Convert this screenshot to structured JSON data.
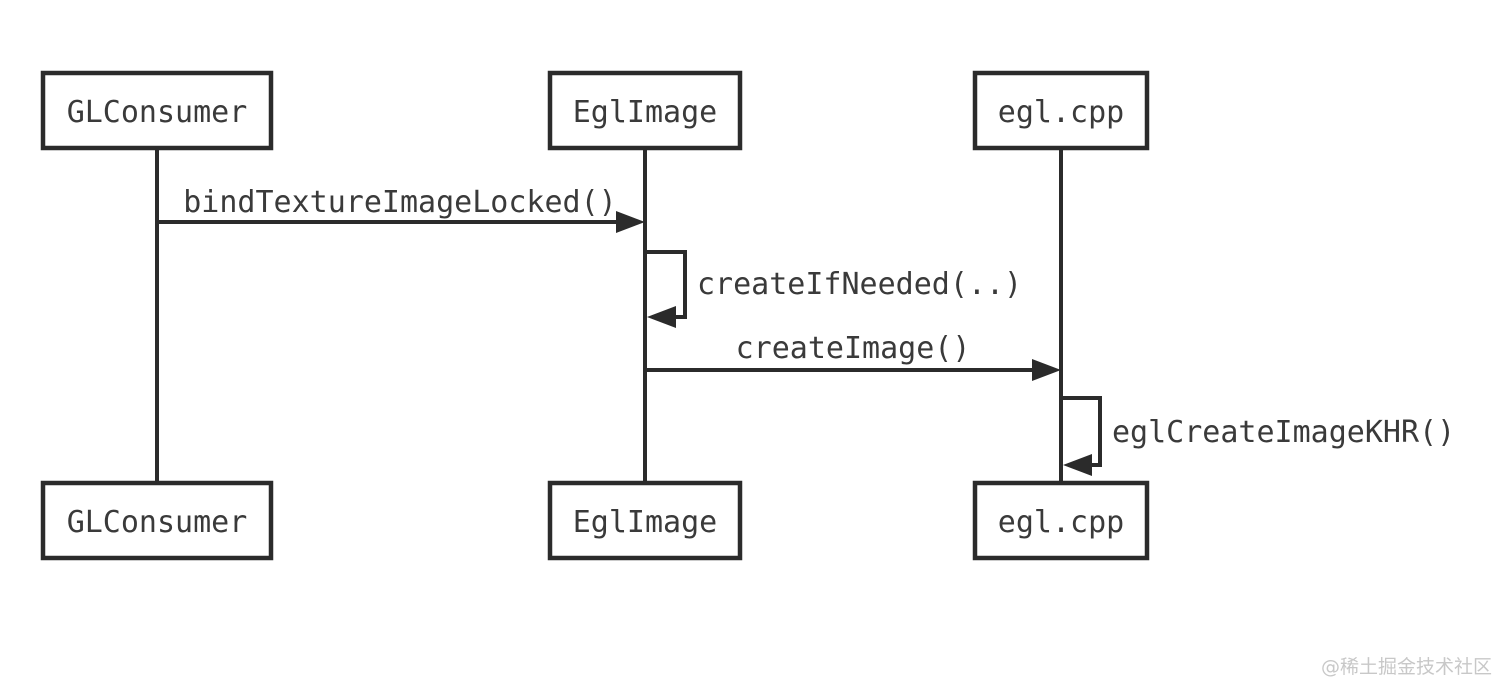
{
  "diagram": {
    "type": "sequence-diagram",
    "background": "#ffffff",
    "line_color": "#2b2b2b",
    "text_color": "#3a3a3a",
    "actors": [
      {
        "name": "GLConsumer"
      },
      {
        "name": "EglImage"
      },
      {
        "name": "egl.cpp"
      }
    ],
    "messages": [
      {
        "from": "GLConsumer",
        "to": "EglImage",
        "kind": "call",
        "label": "bindTextureImageLocked()"
      },
      {
        "from": "EglImage",
        "to": "EglImage",
        "kind": "self",
        "label": "createIfNeeded(..)"
      },
      {
        "from": "EglImage",
        "to": "egl.cpp",
        "kind": "call",
        "label": "createImage()"
      },
      {
        "from": "egl.cpp",
        "to": "egl.cpp",
        "kind": "self",
        "label": "eglCreateImageKHR()"
      }
    ]
  },
  "watermark": {
    "text": "@稀土掘金技术社区",
    "color": "#c8c8c8"
  }
}
